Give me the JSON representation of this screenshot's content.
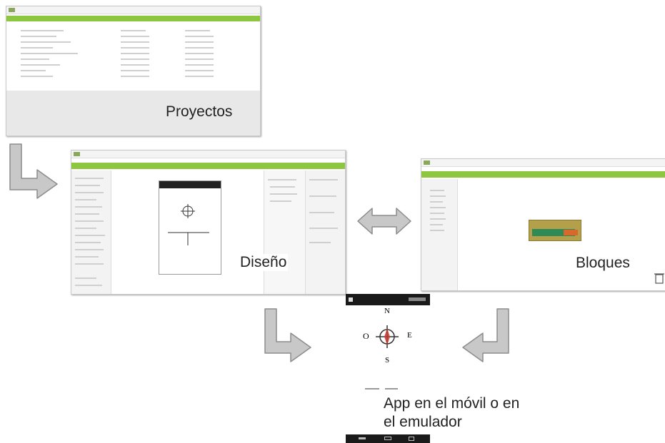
{
  "captions": {
    "proyectos": "Proyectos",
    "diseno": "Diseño",
    "bloques": "Bloques",
    "app_line1": "App en el móvil o en",
    "app_line2": "el emulador"
  },
  "compass": {
    "north": "N",
    "south": "S",
    "east": "E",
    "west": "O"
  },
  "colors": {
    "appinventor_green": "#8dc63f",
    "arrow_fill": "#c8c8c8",
    "arrow_stroke": "#8c8c8c"
  },
  "arrows": [
    {
      "from": "proyectos",
      "to": "diseno",
      "icon": "bent-arrow-icon"
    },
    {
      "from": "diseno",
      "to": "bloques",
      "icon": "double-arrow-icon",
      "bidirectional": true
    },
    {
      "from": "diseno",
      "to": "app",
      "icon": "bent-arrow-icon"
    },
    {
      "from": "bloques",
      "to": "app",
      "icon": "bent-arrow-icon"
    }
  ]
}
